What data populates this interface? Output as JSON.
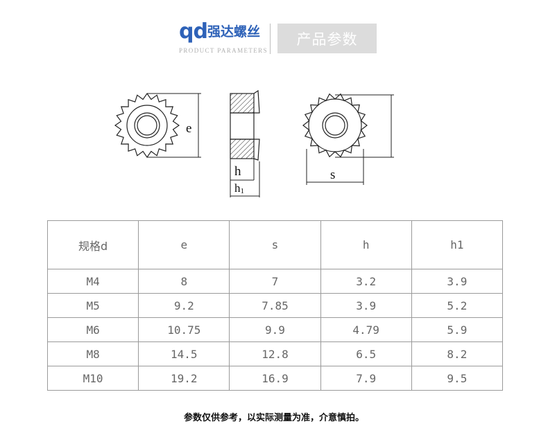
{
  "header": {
    "logo_mark": "qd",
    "logo_text": "强达螺丝",
    "logo_subtitle": "PRODUCT PARAMETERS",
    "title": "产品参数"
  },
  "drawing": {
    "labels": {
      "e": "e",
      "s": "s",
      "h": "h",
      "h1": "h",
      "h1_sub": "1"
    }
  },
  "table": {
    "headers": [
      "规格d",
      "e",
      "s",
      "h",
      "h1"
    ],
    "rows": [
      [
        "M4",
        "8",
        "7",
        "3.2",
        "3.9"
      ],
      [
        "M5",
        "9.2",
        "7.85",
        "3.9",
        "5.2"
      ],
      [
        "M6",
        "10.75",
        "9.9",
        "4.79",
        "5.9"
      ],
      [
        "M8",
        "14.5",
        "12.8",
        "6.5",
        "8.2"
      ],
      [
        "M10",
        "19.2",
        "16.9",
        "7.9",
        "9.5"
      ]
    ]
  },
  "note": "参数仅供参考，以实际测量为准，介意慎拍。"
}
